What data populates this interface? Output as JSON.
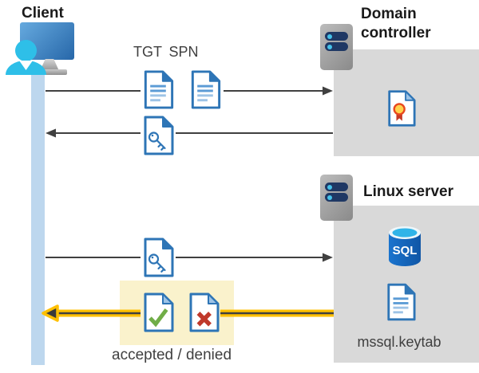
{
  "diagram": {
    "client": {
      "label": "Client"
    },
    "domain_controller": {
      "title": "Domain controller"
    },
    "linux_server": {
      "title": "Linux server",
      "database_label": "SQL",
      "keytab_file": "mssql.keytab"
    },
    "tickets": {
      "tgt": "TGT",
      "spn": "SPN"
    },
    "response": {
      "label": "accepted / denied"
    },
    "colors": {
      "doc_blue": "#2E75B6",
      "doc_light_blue": "#9DC3E6",
      "panel_gray": "#D9D9D9",
      "lifeline_blue": "#BDD7EE",
      "highlight_cream": "#FAF2CC",
      "arrow_dark": "#404040",
      "arrow_gold": "#FFC000",
      "accept_green": "#70AD47",
      "deny_red": "#C0392B",
      "sql_blue": "#1468C0",
      "person_cyan": "#2EBFE8"
    }
  }
}
